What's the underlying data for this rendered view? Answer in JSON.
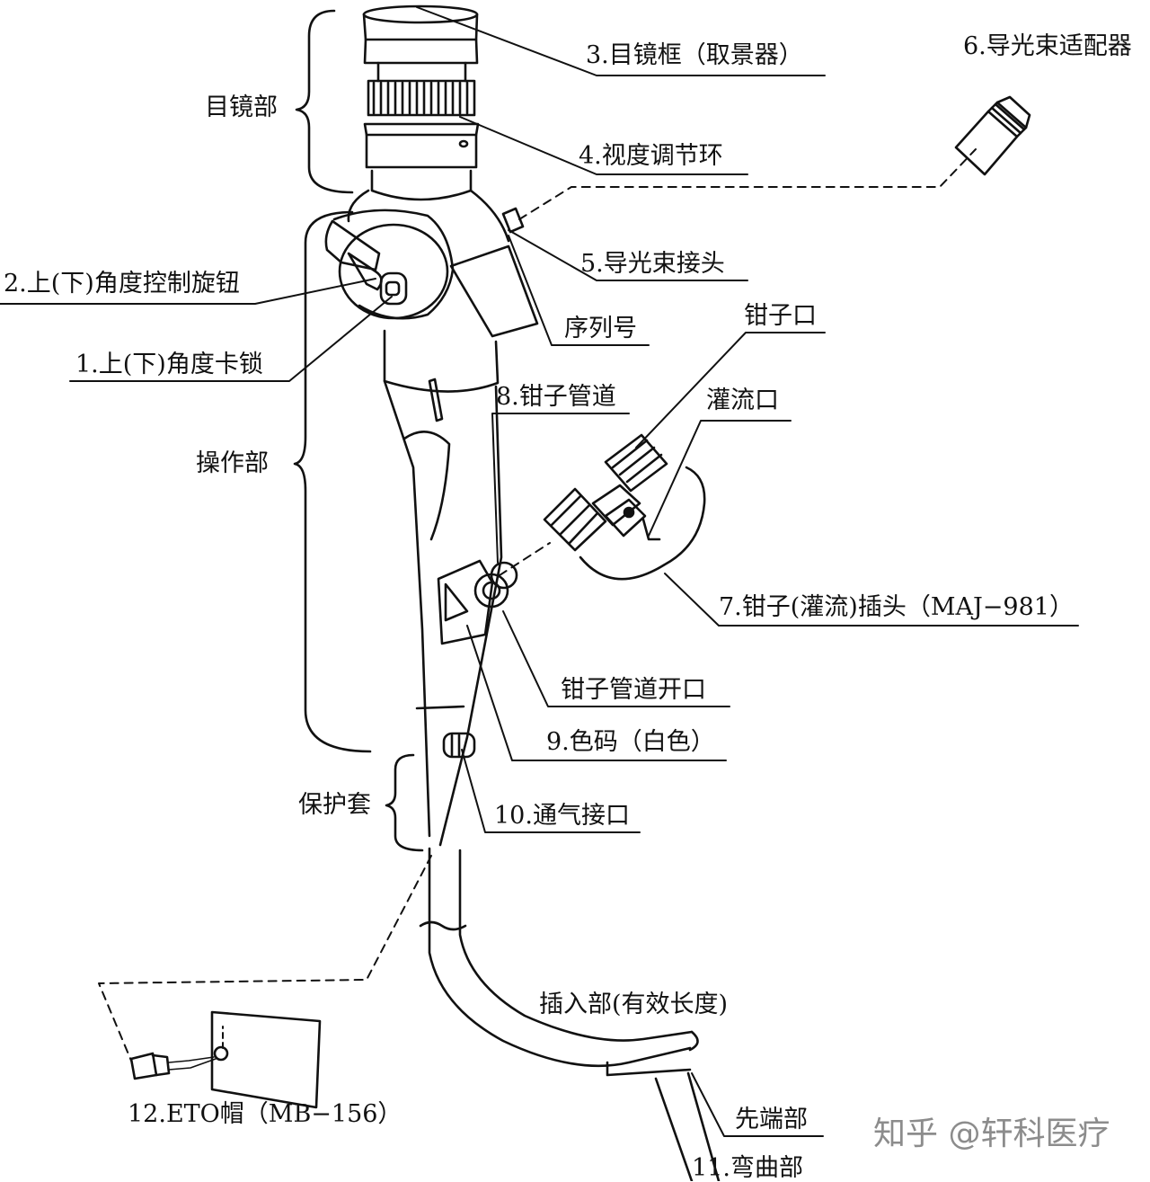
{
  "sections": {
    "eyepiece": "目镜部",
    "control": "操作部",
    "boot": "保护套"
  },
  "labels": {
    "l1": "1.上(下)角度卡锁",
    "l2": "2.上(下)角度控制旋钮",
    "l3": "3.目镜框（取景器）",
    "l4": "4.视度调节环",
    "l5": "5.导光束接头",
    "l6": "6.导光束适配器",
    "l7": "7.钳子(灌流)插头（MAJ−981）",
    "l8": "8.钳子管道",
    "l9": "9.色码（白色）",
    "l10": "10.通气接口",
    "l11": "11.弯曲部",
    "l12": "12.ETO帽（MB−156）",
    "serial": "序列号",
    "forceps_port": "钳子口",
    "irrigation_port": "灌流口",
    "channel_opening": "钳子管道开口",
    "insertion": "插入部(有效长度)",
    "tip": "先端部"
  },
  "watermark": "知乎 @轩科医疗"
}
